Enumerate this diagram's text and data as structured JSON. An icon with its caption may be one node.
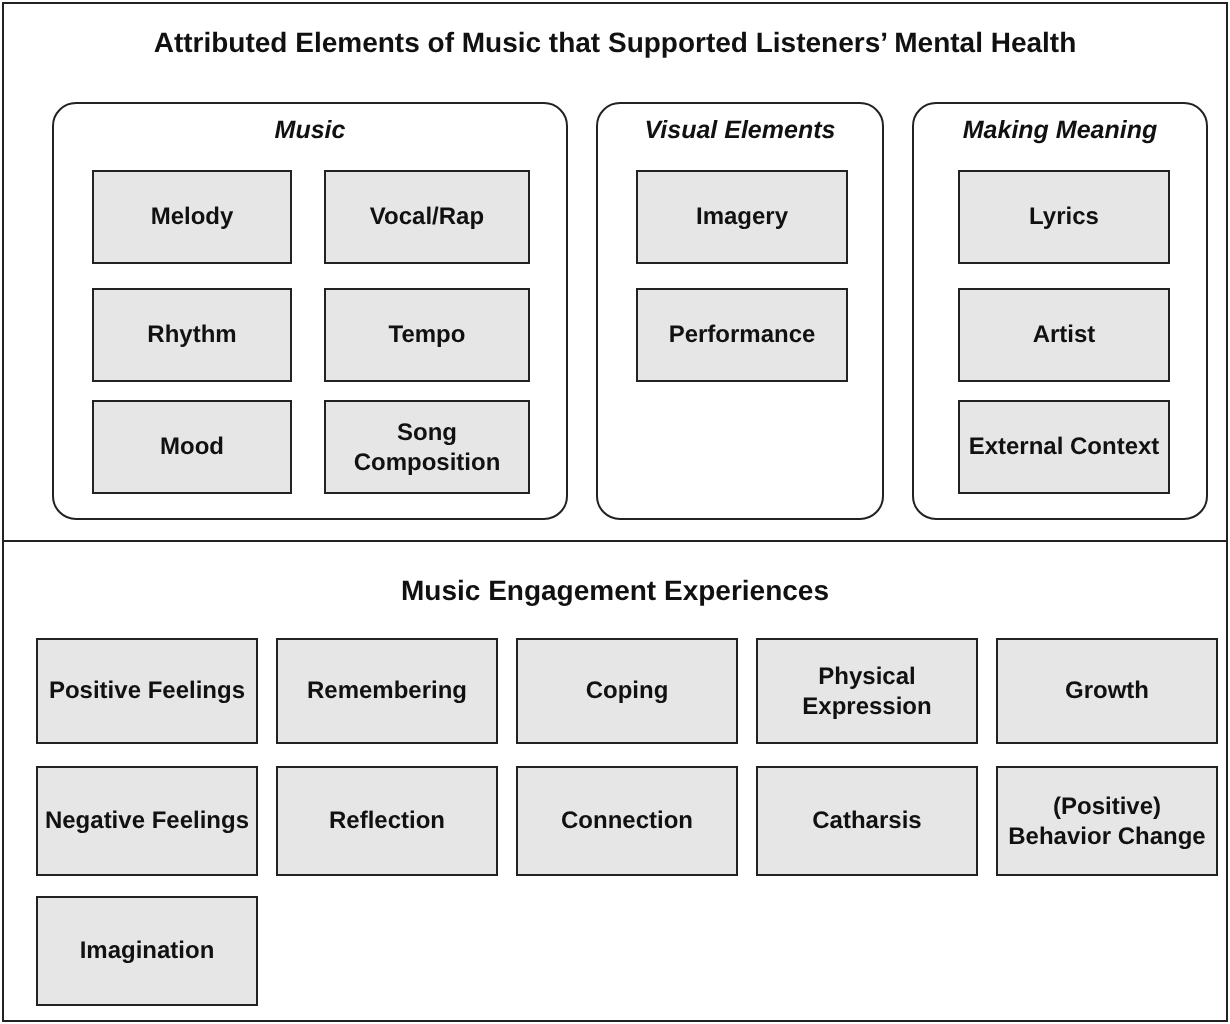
{
  "diagram": {
    "nodes": [
      {
        "text": [
          "Attributed Elements of Music that Supported Listeners’ Mental Health"
        ]
      },
      {
        "text": [
          "Music"
        ],
        "in": 0
      },
      {
        "text": [
          "Melody"
        ],
        "in": 1
      },
      {
        "text": [
          "Vocal/Rap"
        ],
        "in": 1
      },
      {
        "text": [
          "Rhythm"
        ],
        "in": 1
      },
      {
        "text": [
          "Tempo"
        ],
        "in": 1
      },
      {
        "text": [
          "Mood"
        ],
        "in": 1
      },
      {
        "text": [
          "Song Composition"
        ],
        "in": 1
      },
      {
        "text": [
          "Visual Elements"
        ],
        "in": 0
      },
      {
        "text": [
          "Imagery"
        ],
        "in": 8
      },
      {
        "text": [
          "Performance"
        ],
        "in": 8
      },
      {
        "text": [
          "Making Meaning"
        ],
        "in": 0
      },
      {
        "text": [
          "Lyrics"
        ],
        "in": 11
      },
      {
        "text": [
          "Artist"
        ],
        "in": 11
      },
      {
        "text": [
          "External Context"
        ],
        "in": 11
      },
      {
        "text": [
          "Music Engagement Experiences"
        ]
      },
      {
        "text": [
          "Positive Feelings"
        ],
        "in": 15
      },
      {
        "text": [
          "Remembering"
        ],
        "in": 15
      },
      {
        "text": [
          "Coping"
        ],
        "in": 15
      },
      {
        "text": [
          "Physical Expression"
        ],
        "in": 15
      },
      {
        "text": [
          "Growth"
        ],
        "in": 15
      },
      {
        "text": [
          "Negative Feelings"
        ],
        "in": 15
      },
      {
        "text": [
          "Reflection"
        ],
        "in": 15
      },
      {
        "text": [
          "Connection"
        ],
        "in": 15
      },
      {
        "text": [
          "Catharsis"
        ],
        "in": 15
      },
      {
        "text": [
          "(Positive) Behavior Change"
        ],
        "in": 15
      },
      {
        "text": [
          "Imagination"
        ],
        "in": 15
      }
    ]
  }
}
